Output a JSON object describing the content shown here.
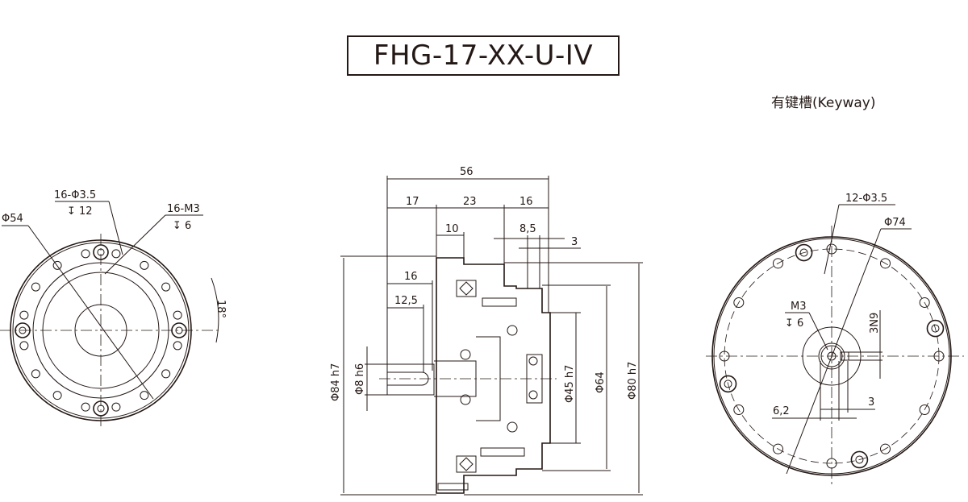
{
  "title": "FHG-17-XX-U-IV",
  "keyway_label": "有键槽(Keyway)",
  "colors": {
    "line": "#231815",
    "background": "#ffffff"
  },
  "left_view": {
    "hole_callout": "16-Φ3.5",
    "hole_depth": "↧ 12",
    "thread_callout": "16-M3",
    "thread_depth": "↧ 6",
    "pcd": "Φ54",
    "angle": "18°"
  },
  "side_view": {
    "overall_length": "56",
    "seg1": "17",
    "seg2": "23",
    "seg3": "16",
    "flange": "10",
    "step1": "8,5",
    "step2": "3",
    "shaft_len": "16",
    "key_len": "12,5",
    "dia_84": "Φ84 h7",
    "dia_8": "Φ8 h6",
    "dia_45": "Φ45 h7",
    "dia_64": "Φ64",
    "dia_80": "Φ80 h7"
  },
  "right_view": {
    "hole_callout": "12-Φ3.5",
    "pcd": "Φ74",
    "center_thread": "M3",
    "center_depth": "↧ 6",
    "key_width": "3N9",
    "dim_62": "6,2",
    "dim_3": "3"
  }
}
